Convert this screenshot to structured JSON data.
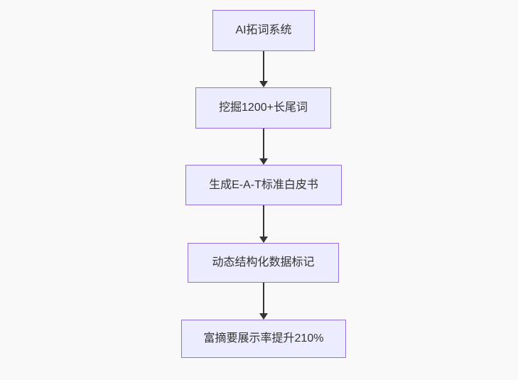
{
  "flowchart": {
    "type": "flowchart",
    "direction": "top-down",
    "nodes": [
      {
        "label": "AI拓词系统"
      },
      {
        "label": "挖掘1200+长尾词"
      },
      {
        "label": "生成E-A-T标准白皮书"
      },
      {
        "label": "动态结构化数据标记"
      },
      {
        "label": "富摘要展示率提升210%"
      }
    ],
    "edges": [
      {
        "from": 0,
        "to": 1,
        "style": "arrow-down"
      },
      {
        "from": 1,
        "to": 2,
        "style": "arrow-down"
      },
      {
        "from": 2,
        "to": 3,
        "style": "arrow-down"
      },
      {
        "from": 3,
        "to": 4,
        "style": "arrow-down"
      }
    ],
    "colors": {
      "node_fill": "#ececff",
      "node_border": "#9370db",
      "node_text": "#333333",
      "arrow": "#333333",
      "background": "#f9f9f9"
    }
  }
}
